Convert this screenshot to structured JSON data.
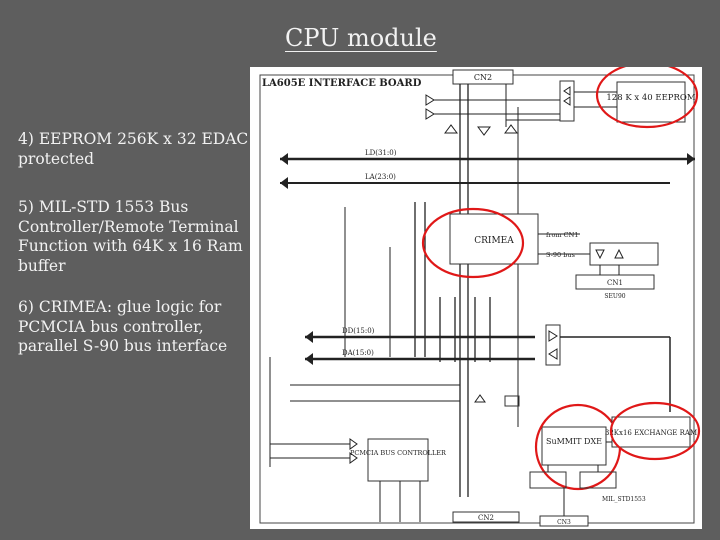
{
  "slide": {
    "title": "CPU module",
    "bullets": [
      "4) EEPROM 256K x 32 EDAC protected",
      "5) MIL-STD 1553 Bus Controller/Remote Terminal Function with 64K x 16 Ram buffer",
      "6) CRIMEA: glue logic for PCMCIA bus controller, parallel S-90 bus interface"
    ]
  },
  "diagram": {
    "board_title": "LA605E INTERFACE BOARD",
    "labels": {
      "cn_top": "CN2",
      "eeprom": "128 K x 40 EEPROM",
      "bus_ld": "LD(31:0)",
      "bus_la": "LA(23:0)",
      "crimea": "CRIMEA",
      "from_cn1": "from CN1",
      "s90_bus": "S-90 bus",
      "cn1": "CN1",
      "s90": "SEU90",
      "dd_bus": "DD(15:0)",
      "da_bus": "DA(15:0)",
      "exchange_ram": "32Kx16 EXCHANGE RAM",
      "summit": "SuMMIT DXE",
      "pcmcia": "PCMCIA BUS CONTROLLER",
      "mil_std": "MIL_STD1553",
      "cn_bottom": "CN2",
      "cn_bottom2": "CN3"
    }
  },
  "colors": {
    "background": "#5e5e5e",
    "text": "#f2f2f2",
    "highlight": "#e01818"
  }
}
